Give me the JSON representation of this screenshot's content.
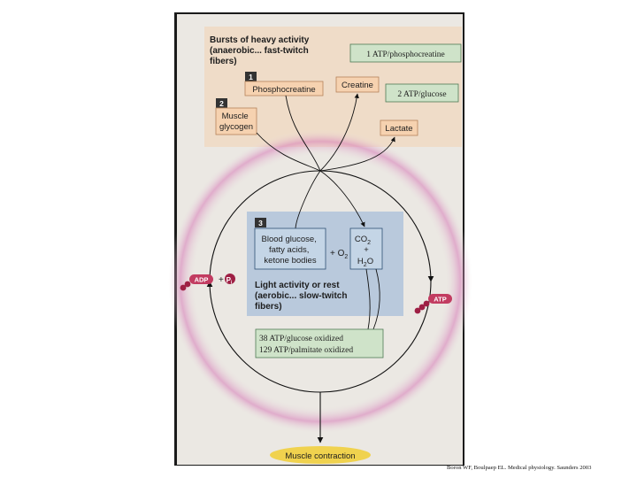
{
  "anaerobic_panel": {
    "heading": [
      "Bursts of heavy activity",
      "(anaerobic... fast-twitch",
      "fibers)"
    ],
    "step1_number": "1",
    "step2_number": "2",
    "phosphocreatine": "Phosphocreatine",
    "creatine": "Creatine",
    "muscle_glycogen": [
      "Muscle",
      "glycogen"
    ],
    "lactate": "Lactate",
    "atp_per_phosphocreatine": "1 ATP/phosphocreatine",
    "atp_per_glucose": "2 ATP/glucose"
  },
  "aerobic_panel": {
    "step3_number": "3",
    "fuels": [
      "Blood glucose,",
      "fatty acids,",
      "ketone bodies"
    ],
    "plus_o2": "+ O",
    "o2_sub": "2",
    "products": {
      "co2": "CO",
      "co2_sub": "2",
      "plus": "+",
      "h2o_h": "H",
      "h2o_sub": "2",
      "h2o_o": "O"
    },
    "heading": [
      "Light activity or rest",
      "(aerobic... slow-twitch",
      "fibers)"
    ]
  },
  "yield_box": [
    "38 ATP/glucose oxidized",
    "129 ATP/palmitate oxidized"
  ],
  "adp_label": "ADP",
  "plus_sign": "+",
  "pi_label": "P",
  "pi_sub": "i",
  "atp_label": "ATP",
  "muscle_contraction": "Muscle contraction",
  "citation": "Boron WF, Boulpaep EL. Medical physiology. Saunders 2003",
  "colors": {
    "page_bg": "#1a1a1a",
    "plate_bg": "#ebe8e3",
    "anaerobic_panel": "#efdcc8",
    "anaerobic_box": "#f6d2b0",
    "aerobic_panel": "#b9c9dc",
    "green_box": "#cfe3c9",
    "muscle_contraction_fill": "#f0d24e",
    "molecule": "#9e1f44",
    "atp_badge": "#c23c61",
    "glow": "#d77bb8"
  }
}
